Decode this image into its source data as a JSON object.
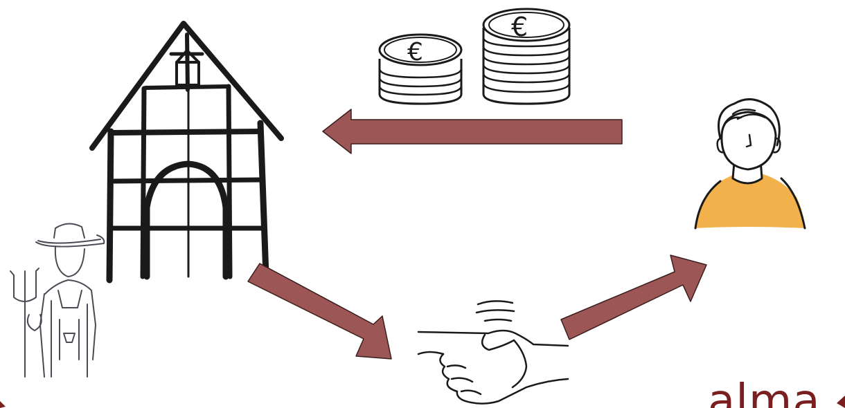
{
  "brand": {
    "logo_text": "alma"
  },
  "colors": {
    "arrow_fill": "#9c5656",
    "arrow_stroke": "#3a1d1d",
    "ink": "#1a1a1a",
    "shirt": "#f2b14a",
    "brand": "#7a1f1f",
    "farmer_sketch": "#4a4a55"
  },
  "icons": [
    "half-timbered-barn-icon",
    "farmer-with-pitchfork-icon",
    "euro-coin-stacks-icon",
    "handshake-icon",
    "consumer-person-icon"
  ],
  "flow": [
    {
      "from": "consumer",
      "to": "farm",
      "meaning": "money"
    },
    {
      "from": "farm",
      "to": "handshake"
    },
    {
      "from": "handshake",
      "to": "consumer"
    }
  ]
}
